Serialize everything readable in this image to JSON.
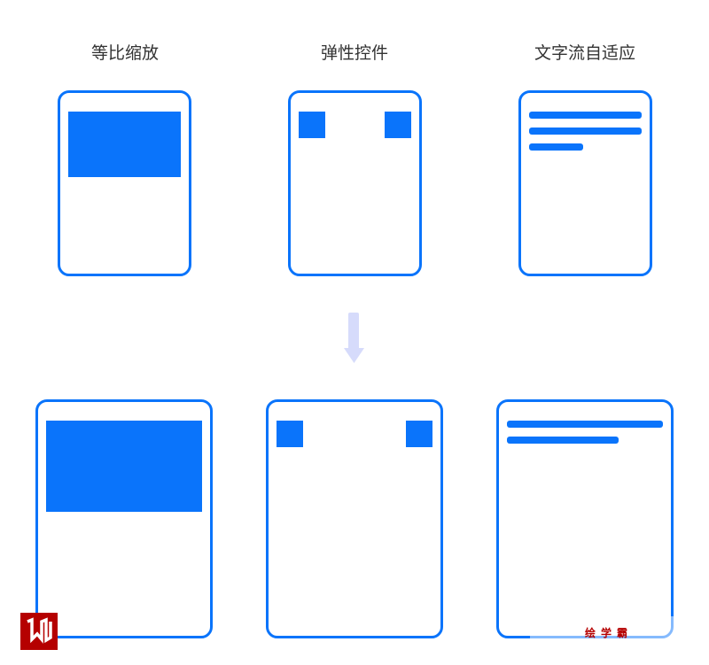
{
  "columns": [
    {
      "title": "等比缩放"
    },
    {
      "title": "弹性控件"
    },
    {
      "title": "文字流自适应"
    }
  ],
  "colors": {
    "accent": "#0a74fb",
    "arrow": "#d6dbfb",
    "logo": "#b50000"
  },
  "watermark": {
    "text": "绘学霸",
    "logo_letter": "W"
  }
}
